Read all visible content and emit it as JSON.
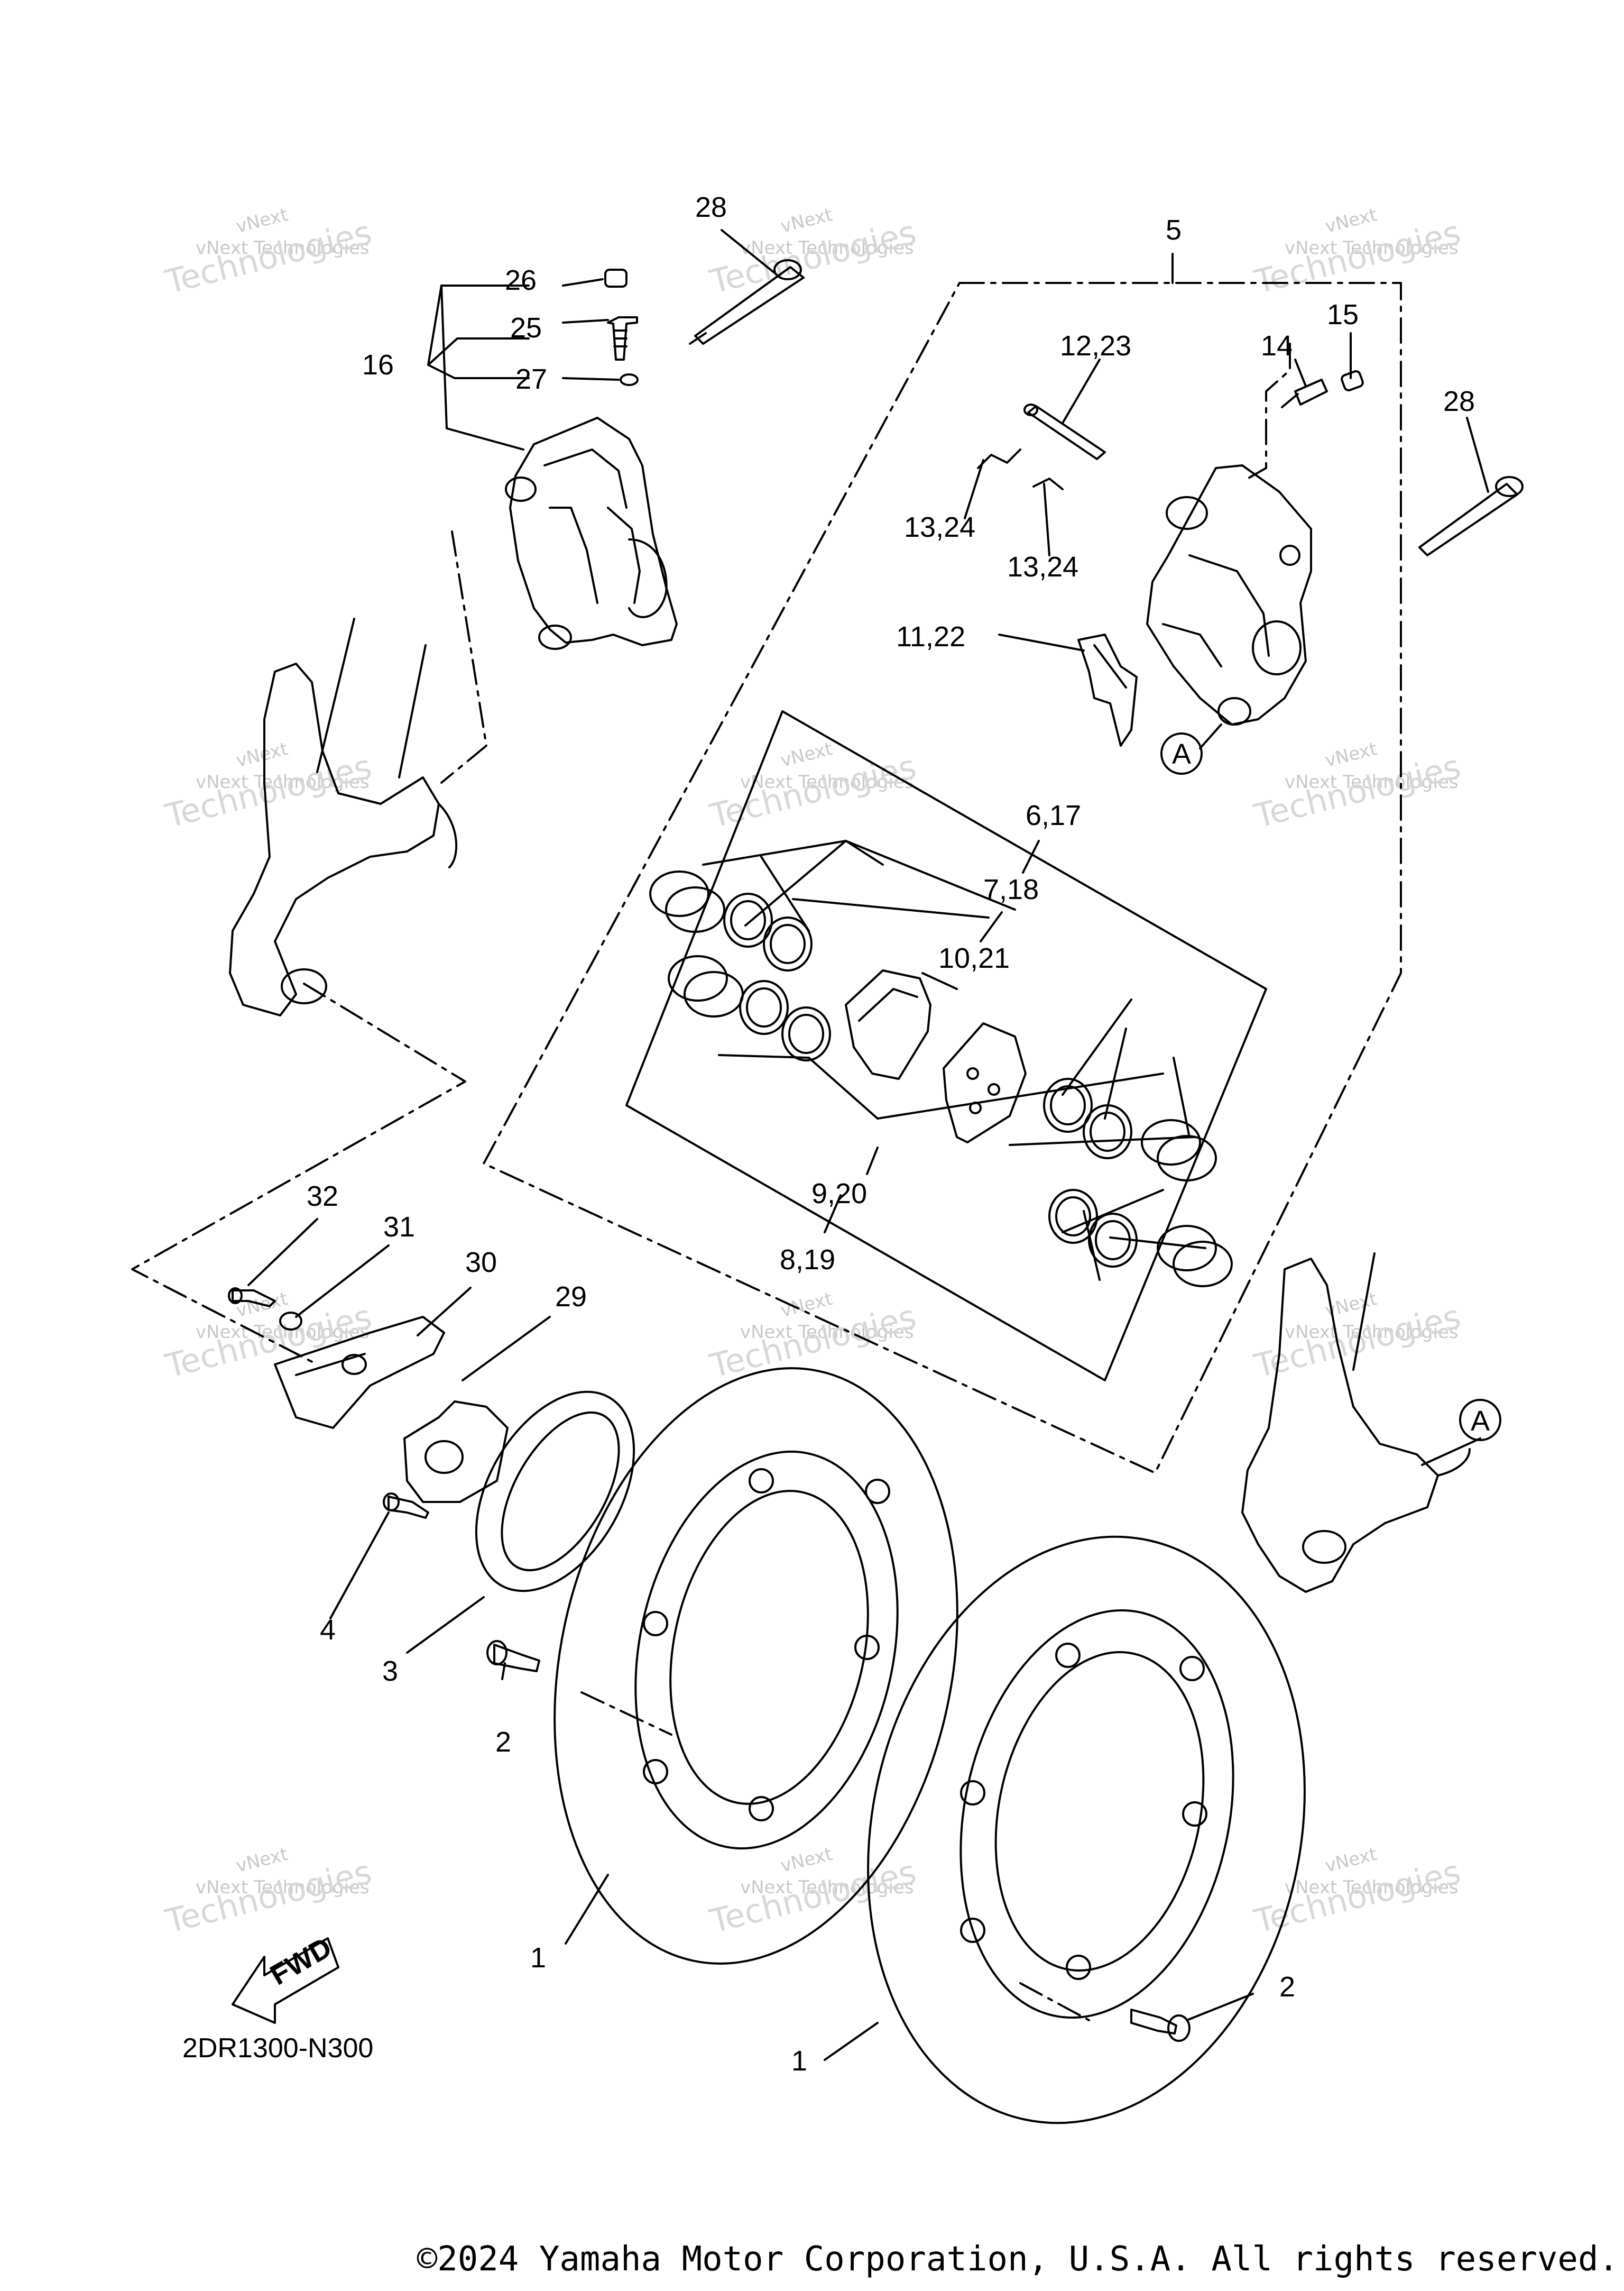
{
  "diagram": {
    "watermark_text_small": "vNext Technologies",
    "watermark_text_big": "Technologies",
    "watermark_text_top": "vNext",
    "fwd_label": "FWD",
    "part_code": "2DR1300-N300",
    "reference_marker": "A",
    "callouts": {
      "c1a": "1",
      "c1b": "1",
      "c2a": "2",
      "c2b": "2",
      "c3": "3",
      "c4": "4",
      "c5": "5",
      "c6_17": "6,17",
      "c7_18": "7,18",
      "c8_19": "8,19",
      "c9_20": "9,20",
      "c10_21": "10,21",
      "c11_22": "11,22",
      "c12_23": "12,23",
      "c13_24a": "13,24",
      "c13_24b": "13,24",
      "c14": "14",
      "c15": "15",
      "c16": "16",
      "c25": "25",
      "c26": "26",
      "c27": "27",
      "c28a": "28",
      "c28b": "28",
      "c29": "29",
      "c30": "30",
      "c31": "31",
      "c32": "32"
    }
  },
  "footer": {
    "copyright": "©2024 Yamaha Motor Corporation, U.S.A. All rights reserved."
  }
}
